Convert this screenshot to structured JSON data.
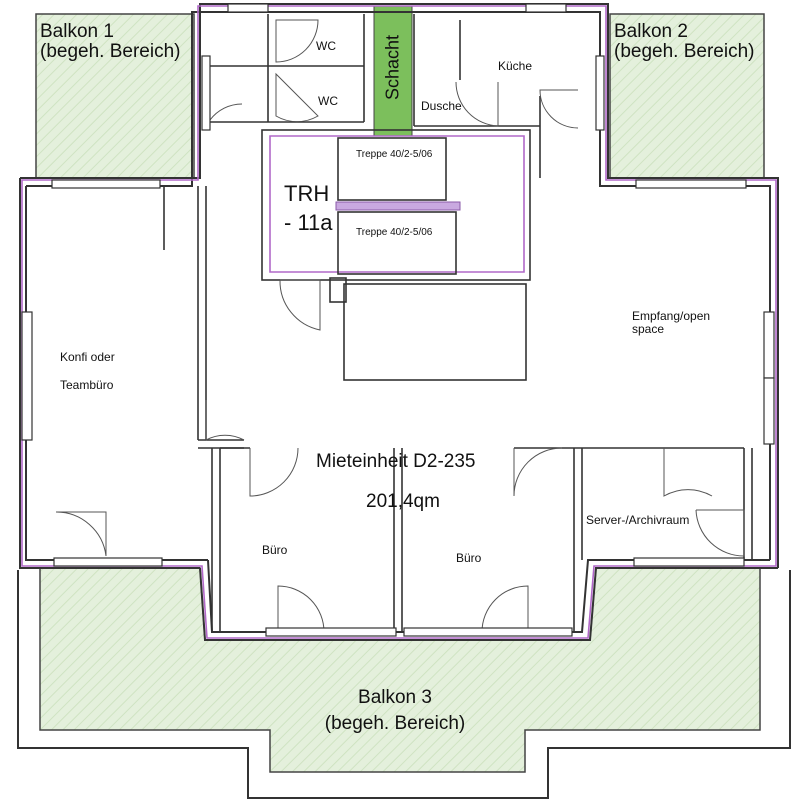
{
  "colors": {
    "wall": "#333333",
    "unit_outline": "#b168c8",
    "balcony_fill": "#e4f0dc",
    "balcony_hatch": "#cfe3c2",
    "shaft_fill": "#7cbf5c"
  },
  "rooms": {
    "balkon1": [
      "Balkon 1",
      "(begeh. Bereich)"
    ],
    "balkon2": [
      "Balkon 2",
      "(begeh. Bereich)"
    ],
    "balkon3": [
      "Balkon 3",
      "(begeh. Bereich)"
    ],
    "wc_top": "WC",
    "wc_bottom": "WC",
    "schacht": "Schacht",
    "kueche": "Küche",
    "dusche": "Dusche",
    "trh": [
      "TRH",
      "- 11a"
    ],
    "treppe_upper": "Treppe 40/2-5/06",
    "treppe_lower": "Treppe 40/2-5/06",
    "konfi": [
      "Konfi oder",
      "Teambüro"
    ],
    "empfang": [
      "Empfang/open",
      "space"
    ],
    "unit_title": "Mieteinheit  D2-235",
    "unit_area": "201,4qm",
    "buero_left": "Büro",
    "buero_right": "Büro",
    "server": "Server-/Archivraum"
  }
}
